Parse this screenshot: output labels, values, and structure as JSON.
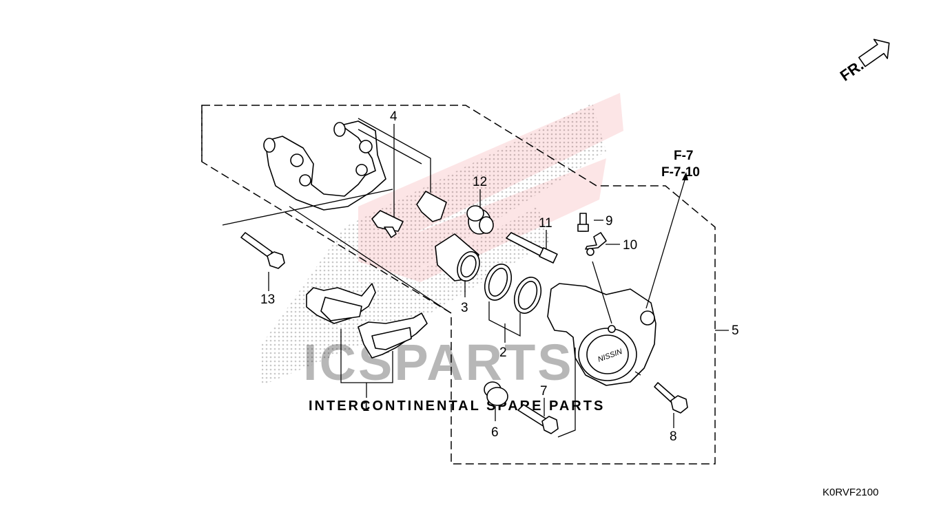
{
  "diagram": {
    "code": "K0RVF2100",
    "direction_label": "FR.",
    "reference_lines": [
      "F-7",
      "F-7-10"
    ],
    "watermark": {
      "brand": "ICSPARTS",
      "tagline": "INTERCONTINENTAL SPARE PARTS",
      "brand_color": "#e8474c",
      "dot_color": "#c8c8c8"
    },
    "callouts": [
      {
        "id": "1",
        "label": "1"
      },
      {
        "id": "2",
        "label": "2"
      },
      {
        "id": "3",
        "label": "3"
      },
      {
        "id": "4",
        "label": "4"
      },
      {
        "id": "5",
        "label": "5"
      },
      {
        "id": "6",
        "label": "6"
      },
      {
        "id": "7",
        "label": "7"
      },
      {
        "id": "8",
        "label": "8"
      },
      {
        "id": "9",
        "label": "9"
      },
      {
        "id": "10",
        "label": "10"
      },
      {
        "id": "11",
        "label": "11"
      },
      {
        "id": "12",
        "label": "12"
      },
      {
        "id": "13",
        "label": "13"
      }
    ]
  }
}
